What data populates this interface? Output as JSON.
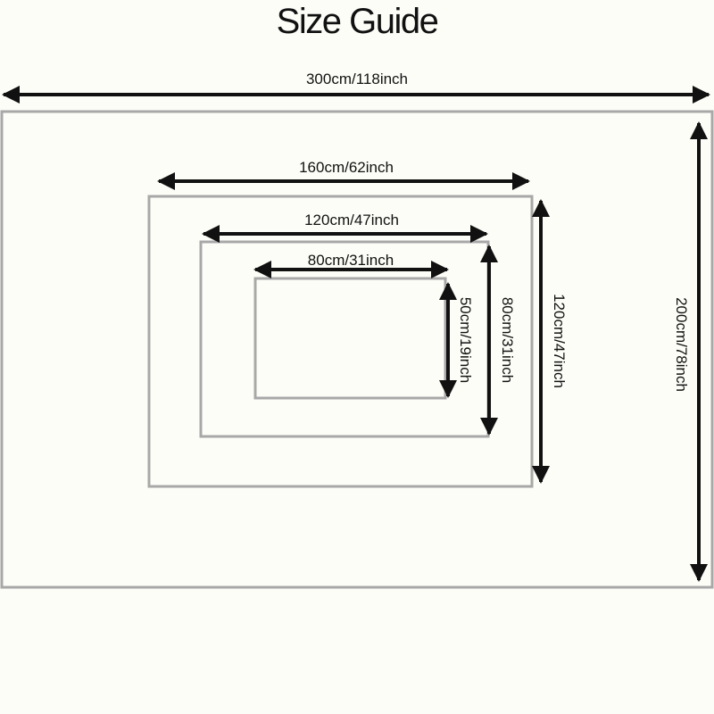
{
  "title": "Size Guide",
  "colors": {
    "background": "#fdfdf8",
    "rug_outline": "#a8a8a8",
    "arrow": "#111111",
    "text": "#111111"
  },
  "sizes": [
    {
      "id": "300x200",
      "width_label": "300cm/118inch",
      "height_label": "200cm/78inch"
    },
    {
      "id": "160x120",
      "width_label": "160cm/62inch",
      "height_label": "120cm/47inch"
    },
    {
      "id": "120x80",
      "width_label": "120cm/47inch",
      "height_label": "80cm/31inch"
    },
    {
      "id": "80x50",
      "width_label": "80cm/31inch",
      "height_label": "50cm/19inch"
    }
  ]
}
